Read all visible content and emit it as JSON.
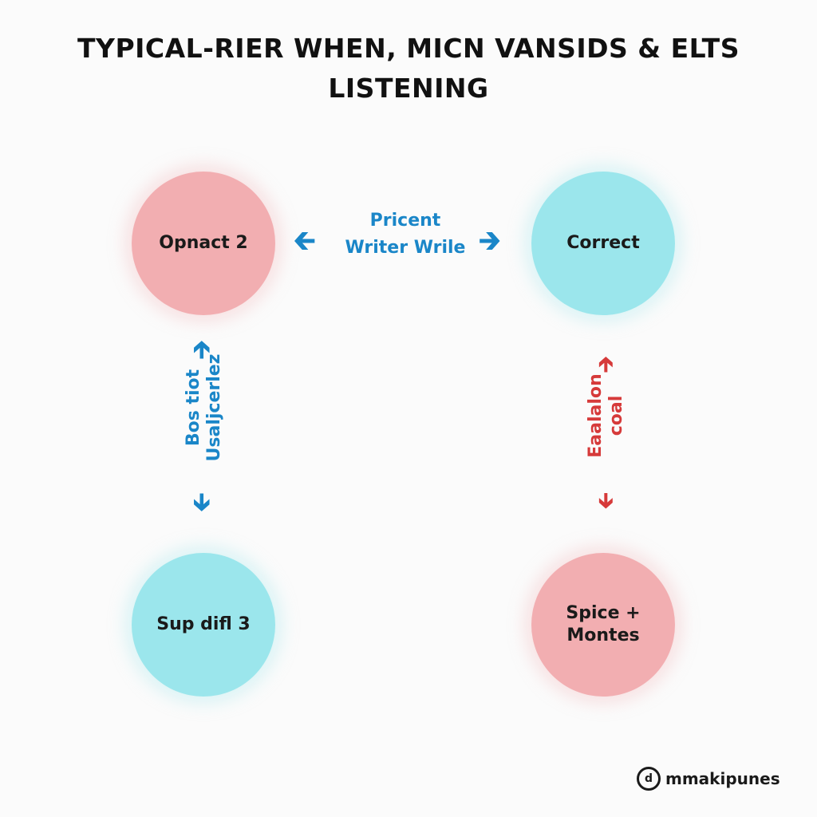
{
  "title": {
    "line1": "TYPICAL-RIER WHEN, MICN VANSIDS & ELTS",
    "line2": "LISTENING"
  },
  "nodes": {
    "top_left": {
      "label": "Opnact 2",
      "color": "#f2aeb1"
    },
    "top_right": {
      "label": "Correct",
      "color": "#9be6ec"
    },
    "bottom_left": {
      "label": "Sup difl 3",
      "color": "#9be6ec"
    },
    "bottom_right": {
      "line1": "Spice +",
      "line2": "Montes",
      "color": "#f2aeb1"
    }
  },
  "edges": {
    "top": {
      "line1": "Pricent",
      "line2": "Writer Wrile",
      "color": "#1a86c8"
    },
    "left": {
      "line1": "Bos tiot",
      "line2": "Usaljcerlez",
      "color": "#1a86c8"
    },
    "right": {
      "line1": "Eaalalon",
      "line2": "coal",
      "color": "#d63a3a"
    }
  },
  "logo": {
    "text": "mmakipunes",
    "icon": "logo-mark-icon"
  }
}
